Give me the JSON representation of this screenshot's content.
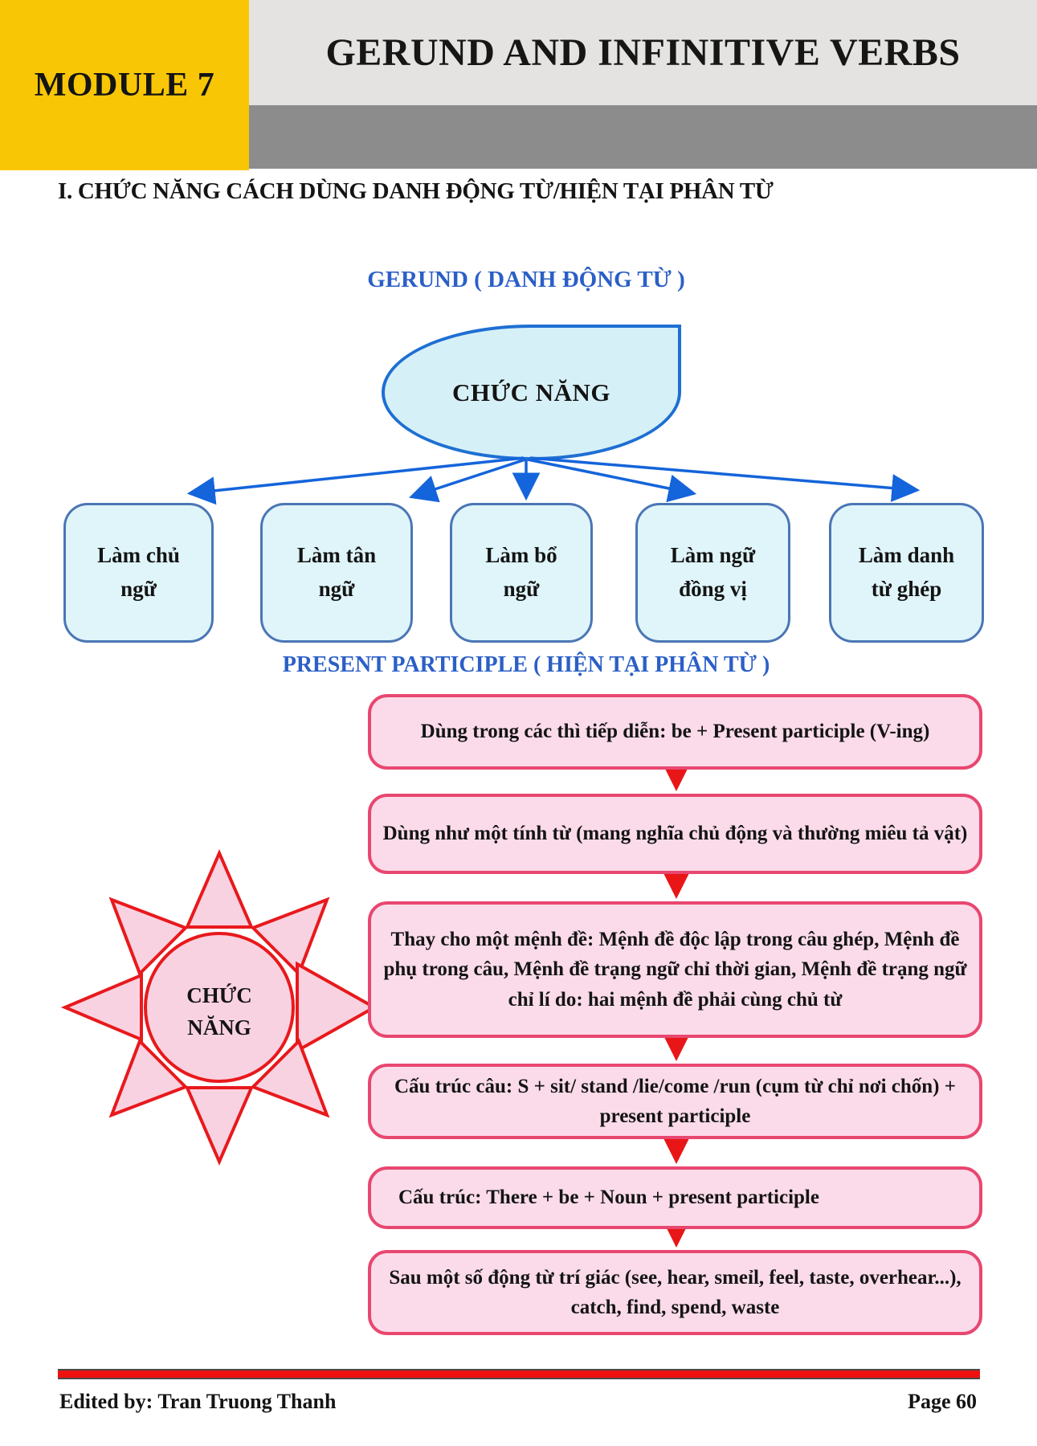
{
  "header": {
    "module_label": "MODULE 7",
    "title": "GERUND AND INFINITIVE VERBS"
  },
  "section_heading": "I. CHỨC NĂNG CÁCH DÙNG DANH ĐỘNG TỪ/HIỆN TẠI PHÂN TỪ",
  "gerund": {
    "heading": "GERUND ( DANH ĐỘNG TỪ )",
    "bubble_label": "CHỨC NĂNG",
    "functions": [
      {
        "line1": "Làm chủ",
        "line2": "ngữ"
      },
      {
        "line1": "Làm tân",
        "line2": "ngữ"
      },
      {
        "line1": "Làm bổ",
        "line2": "ngữ"
      },
      {
        "line1": "Làm ngữ",
        "line2": "đồng vị"
      },
      {
        "line1": "Làm danh",
        "line2": "từ ghép"
      }
    ]
  },
  "present_participle": {
    "heading": "PRESENT PARTICIPLE ( HIỆN TẠI PHÂN TỪ )",
    "sun_label_line1": "CHỨC",
    "sun_label_line2": "NĂNG",
    "items": [
      {
        "text": "Dùng trong các thì tiếp diễn: be + Present participle (V-ing)"
      },
      {
        "text": "Dùng như một tính từ (mang nghĩa chủ động và thường miêu tả vật)"
      },
      {
        "text": "Thay cho một mệnh đề: Mệnh đề độc lập trong câu ghép, Mệnh đề phụ trong câu, Mệnh đề trạng ngữ chỉ thời gian, Mệnh đề trạng ngữ chỉ lí do: hai mệnh đề phải cùng chủ từ"
      },
      {
        "text": "Cấu trúc câu: S + sit/ stand /lie/come /run (cụm từ chỉ nơi chốn) + present participle"
      },
      {
        "text": "Cấu trúc: There + be + Noun + present participle"
      },
      {
        "text": "Sau một số động từ trí giác (see, hear, smeỉl, feel, taste, overhear...), catch, find, spend, waste"
      }
    ]
  },
  "footer": {
    "edited_by": "Edited by: Tran Truong Thanh",
    "page": "Page 60"
  },
  "colors": {
    "module_yellow": "#F9C606",
    "band_light_gray": "#E4E3E1",
    "band_dark_gray": "#8C8C8C",
    "heading_blue": "#2B5FC7",
    "bubble_fill": "#D6F0F7",
    "bubble_border": "#1E6FD3",
    "function_box_fill": "#DFF5FA",
    "function_box_border": "#4B76B5",
    "blue_arrow": "#1464DB",
    "flow_box_fill": "#FBDBE9",
    "flow_box_border": "#E84770",
    "red_arrow": "#E81616",
    "footer_rule_red": "#EE1111"
  }
}
